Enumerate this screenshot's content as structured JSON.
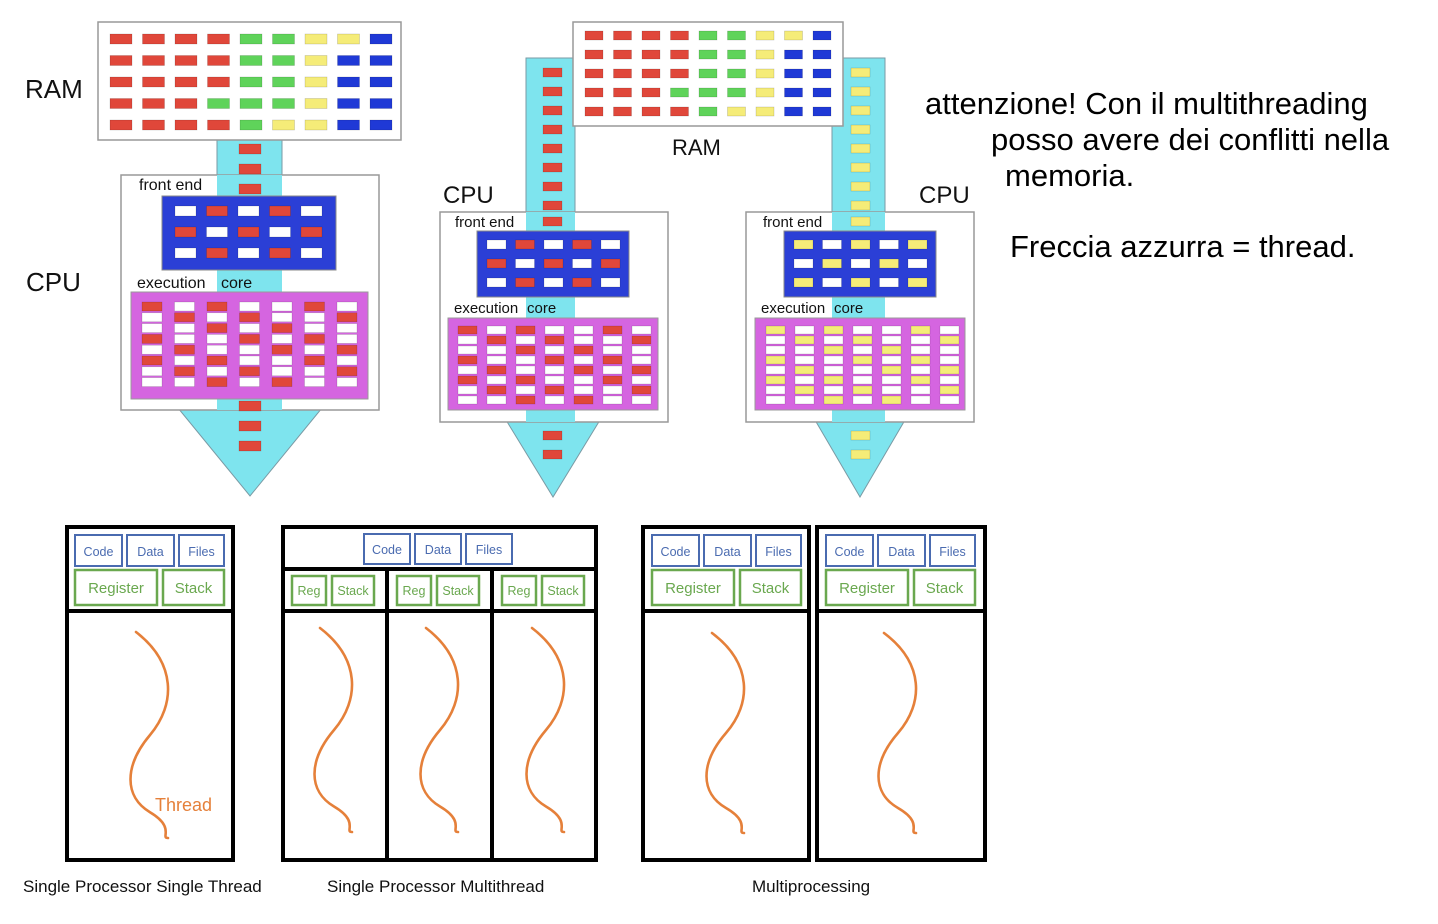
{
  "top": {
    "ram_label": "RAM",
    "cpu_label": "CPU",
    "front_end_label": "front end",
    "execution_label": "execution",
    "core_label": "core"
  },
  "notes": {
    "line1": "attenzione! Con il multithreading",
    "line2": "posso avere dei conflitti nella",
    "line3": "memoria.",
    "line4": "Freccia azzurra = thread."
  },
  "bottom": {
    "code": "Code",
    "data": "Data",
    "files": "Files",
    "register": "Register",
    "reg": "Reg",
    "stack": "Stack",
    "thread": "Thread",
    "caption_single": "Single Processor Single Thread",
    "caption_multi": "Single Processor Multithread",
    "caption_mp": "Multiprocessing"
  },
  "colors": {
    "red": "#e0473a",
    "green": "#5fd35a",
    "yellow": "#f5ec78",
    "blue": "#1f39d6",
    "cyan": "#7ee4ee",
    "magenta": "#d565e0",
    "thread_orange": "#e5803a",
    "box_blue": "#4a6bb0",
    "box_green": "#6aa84f"
  }
}
